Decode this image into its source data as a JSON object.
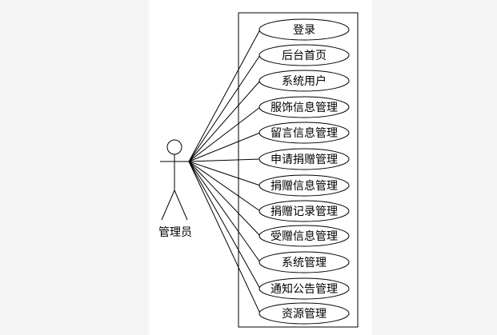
{
  "actor": {
    "label": "管理员"
  },
  "use_cases": [
    "登录",
    "后台首页",
    "系统用户",
    "服饰信息管理",
    "留言信息管理",
    "申请捐赠管理",
    "捐赠信息管理",
    "捐赠记录管理",
    "受赠信息管理",
    "系统管理",
    "通知公告管理",
    "资源管理"
  ]
}
